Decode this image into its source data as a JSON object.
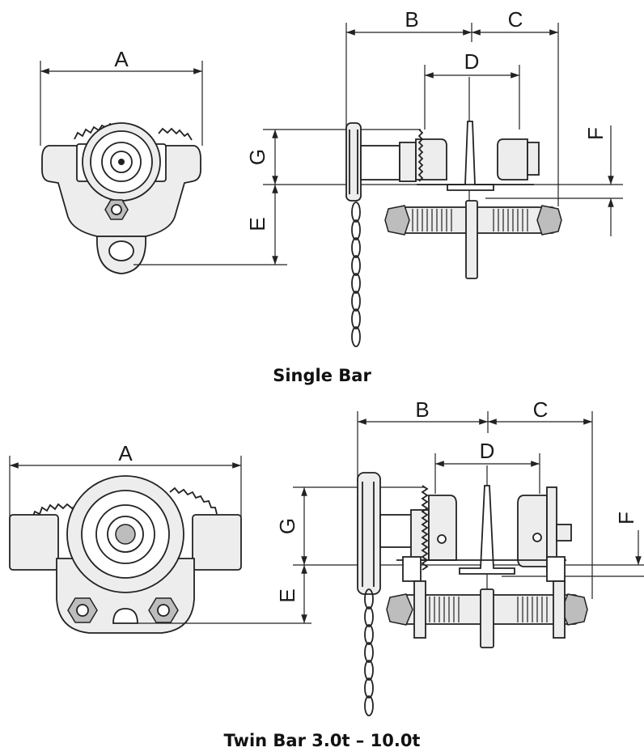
{
  "dimensions": {
    "top": {
      "a": "A",
      "b": "B",
      "c": "C",
      "d": "D",
      "e": "E",
      "f": "F",
      "g": "G"
    },
    "bottom": {
      "a": "A",
      "b": "B",
      "c": "C",
      "d": "D",
      "e": "E",
      "f": "F",
      "g": "G"
    }
  },
  "captions": {
    "single": "Single Bar",
    "twin": "Twin Bar 3.0t – 10.0t"
  }
}
